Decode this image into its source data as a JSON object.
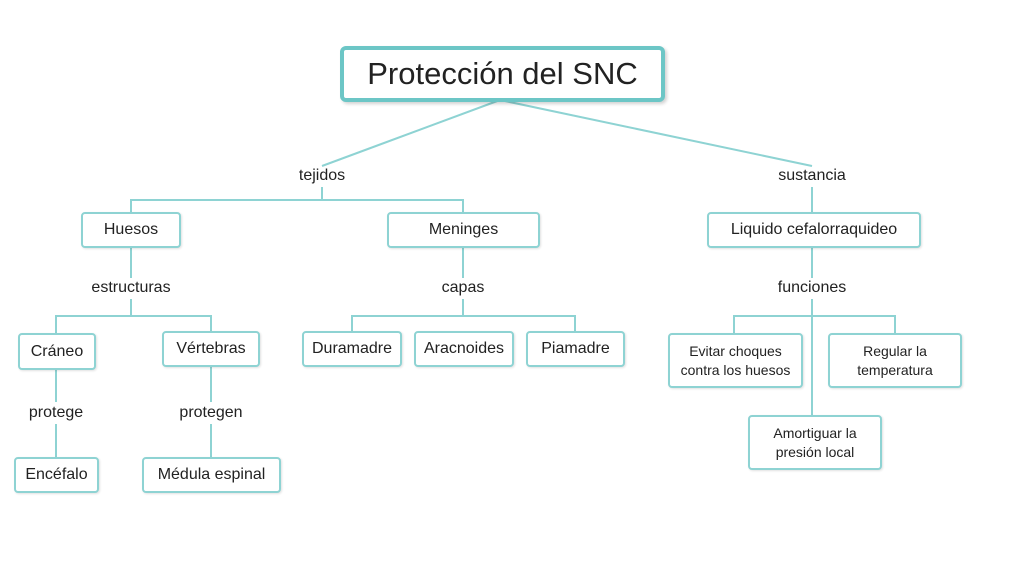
{
  "diagram": {
    "title": "Protección del SNC",
    "links": {
      "tejidos": "tejidos",
      "sustancia": "sustancia",
      "estructuras": "estructuras",
      "capas": "capas",
      "funciones": "funciones",
      "protege": "protege",
      "protegen": "protegen"
    },
    "nodes": {
      "huesos": "Huesos",
      "meninges": "Meninges",
      "liquido": "Liquido cefalorraquideo",
      "craneo": "Cráneo",
      "vertebras": "Vértebras",
      "duramadre": "Duramadre",
      "aracnoides": "Aracnoides",
      "piamadre": "Piamadre",
      "encefalo": "Encéfalo",
      "medula": "Médula espinal",
      "evitar_1": "Evitar choques",
      "evitar_2": "contra los huesos",
      "regular_1": "Regular la",
      "regular_2": "temperatura",
      "amortiguar_1": "Amortiguar la",
      "amortiguar_2": "presión local"
    },
    "colors": {
      "border": "#8ed3d3",
      "connector": "#8ed3d3"
    }
  }
}
